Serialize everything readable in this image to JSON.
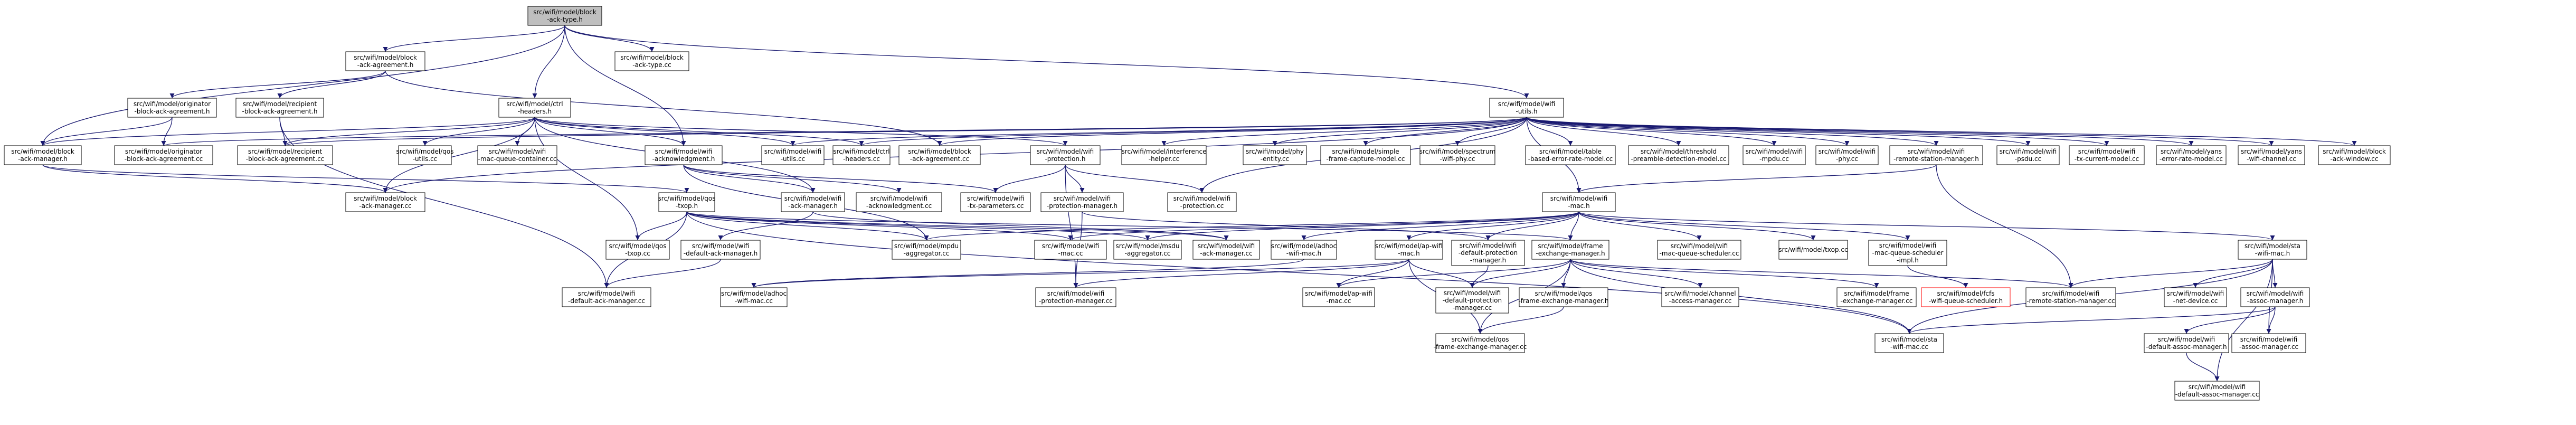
{
  "nodes": [
    {
      "id": "n00",
      "l1": "src/wifi/model/block",
      "l2": "-ack-type.h",
      "style": "focus"
    },
    {
      "id": "n01",
      "l1": "src/wifi/model/block",
      "l2": "-ack-agreement.h",
      "style": "normal"
    },
    {
      "id": "n02",
      "l1": "src/wifi/model/block",
      "l2": "-ack-type.cc",
      "style": "normal"
    },
    {
      "id": "n03",
      "l1": "src/wifi/model/originator",
      "l2": "-block-ack-agreement.h",
      "style": "normal"
    },
    {
      "id": "n04",
      "l1": "src/wifi/model/recipient",
      "l2": "-block-ack-agreement.h",
      "style": "normal"
    },
    {
      "id": "n05",
      "l1": "src/wifi/model/ctrl",
      "l2": "-headers.h",
      "style": "normal"
    },
    {
      "id": "n06",
      "l1": "src/wifi/model/wifi",
      "l2": "-utils.h",
      "style": "normal"
    },
    {
      "id": "n07",
      "l1": "src/wifi/model/block",
      "l2": "-ack-manager.h",
      "style": "normal"
    },
    {
      "id": "n08",
      "l1": "src/wifi/model/originator",
      "l2": "-block-ack-agreement.cc",
      "style": "normal"
    },
    {
      "id": "n09",
      "l1": "src/wifi/model/recipient",
      "l2": "-block-ack-agreement.cc",
      "style": "normal"
    },
    {
      "id": "n10",
      "l1": "src/wifi/model/qos",
      "l2": "-utils.cc",
      "style": "normal"
    },
    {
      "id": "n11",
      "l1": "src/wifi/model/wifi",
      "l2": "-mac-queue-container.cc",
      "style": "normal"
    },
    {
      "id": "n12",
      "l1": "src/wifi/model/wifi",
      "l2": "-acknowledgment.h",
      "style": "normal"
    },
    {
      "id": "n13",
      "l1": "src/wifi/model/wifi",
      "l2": "-utils.cc",
      "style": "normal"
    },
    {
      "id": "n14",
      "l1": "src/wifi/model/ctrl",
      "l2": "-headers.cc",
      "style": "normal"
    },
    {
      "id": "n15",
      "l1": "src/wifi/model/block",
      "l2": "-ack-agreement.cc",
      "style": "normal"
    },
    {
      "id": "n16",
      "l1": "src/wifi/model/wifi",
      "l2": "-protection.h",
      "style": "normal"
    },
    {
      "id": "n17",
      "l1": "src/wifi/model/interference",
      "l2": "-helper.cc",
      "style": "normal"
    },
    {
      "id": "n18",
      "l1": "src/wifi/model/phy",
      "l2": "-entity.cc",
      "style": "normal"
    },
    {
      "id": "n19",
      "l1": "src/wifi/model/simple",
      "l2": "-frame-capture-model.cc",
      "style": "normal"
    },
    {
      "id": "n20",
      "l1": "src/wifi/model/spectrum",
      "l2": "-wifi-phy.cc",
      "style": "normal"
    },
    {
      "id": "n21",
      "l1": "src/wifi/model/table",
      "l2": "-based-error-rate-model.cc",
      "style": "normal"
    },
    {
      "id": "n22",
      "l1": "src/wifi/model/threshold",
      "l2": "-preamble-detection-model.cc",
      "style": "normal"
    },
    {
      "id": "n23",
      "l1": "src/wifi/model/wifi",
      "l2": "-mpdu.cc",
      "style": "normal"
    },
    {
      "id": "n24",
      "l1": "src/wifi/model/wifi",
      "l2": "-phy.cc",
      "style": "normal"
    },
    {
      "id": "n25",
      "l1": "src/wifi/model/wifi",
      "l2": "-remote-station-manager.h",
      "style": "normal"
    },
    {
      "id": "n26",
      "l1": "src/wifi/model/wifi",
      "l2": "-psdu.cc",
      "style": "normal"
    },
    {
      "id": "n27",
      "l1": "src/wifi/model/wifi",
      "l2": "-tx-current-model.cc",
      "style": "normal"
    },
    {
      "id": "n28",
      "l1": "src/wifi/model/yans",
      "l2": "-error-rate-model.cc",
      "style": "normal"
    },
    {
      "id": "n29",
      "l1": "src/wifi/model/yans",
      "l2": "-wifi-channel.cc",
      "style": "normal"
    },
    {
      "id": "n30",
      "l1": "src/wifi/model/block",
      "l2": "-ack-window.cc",
      "style": "normal"
    },
    {
      "id": "n31",
      "l1": "src/wifi/model/block",
      "l2": "-ack-manager.cc",
      "style": "normal"
    },
    {
      "id": "n32",
      "l1": "src/wifi/model/qos",
      "l2": "-txop.h",
      "style": "normal"
    },
    {
      "id": "n33",
      "l1": "src/wifi/model/wifi",
      "l2": "-ack-manager.h",
      "style": "normal"
    },
    {
      "id": "n34",
      "l1": "src/wifi/model/wifi",
      "l2": "-acknowledgment.cc",
      "style": "normal"
    },
    {
      "id": "n35",
      "l1": "src/wifi/model/wifi",
      "l2": "-tx-parameters.cc",
      "style": "normal"
    },
    {
      "id": "n36",
      "l1": "src/wifi/model/wifi",
      "l2": "-protection-manager.h",
      "style": "normal"
    },
    {
      "id": "n37",
      "l1": "src/wifi/model/wifi",
      "l2": "-protection.cc",
      "style": "normal"
    },
    {
      "id": "n38",
      "l1": "src/wifi/model/wifi",
      "l2": "-mac.h",
      "style": "normal"
    },
    {
      "id": "n39",
      "l1": "src/wifi/model/qos",
      "l2": "-txop.cc",
      "style": "normal"
    },
    {
      "id": "n40",
      "l1": "src/wifi/model/wifi",
      "l2": "-default-ack-manager.h",
      "style": "normal"
    },
    {
      "id": "n41",
      "l1": "src/wifi/model/mpdu",
      "l2": "-aggregator.cc",
      "style": "normal"
    },
    {
      "id": "n42",
      "l1": "src/wifi/model/wifi",
      "l2": "-mac.cc",
      "style": "normal"
    },
    {
      "id": "n43",
      "l1": "src/wifi/model/msdu",
      "l2": "-aggregator.cc",
      "style": "normal"
    },
    {
      "id": "n44",
      "l1": "src/wifi/model/wifi",
      "l2": "-ack-manager.cc",
      "style": "normal"
    },
    {
      "id": "n45",
      "l1": "src/wifi/model/adhoc",
      "l2": "-wifi-mac.h",
      "style": "normal"
    },
    {
      "id": "n46",
      "l1": "src/wifi/model/ap-wifi",
      "l2": "-mac.h",
      "style": "normal"
    },
    {
      "id": "n47",
      "l1": "src/wifi/model/wifi",
      "l2": "-default-protection",
      "l3": "-manager.h",
      "style": "normal"
    },
    {
      "id": "n48",
      "l1": "src/wifi/model/frame",
      "l2": "-exchange-manager.h",
      "style": "normal"
    },
    {
      "id": "n49",
      "l1": "src/wifi/model/wifi",
      "l2": "-mac-queue-scheduler.cc",
      "style": "normal"
    },
    {
      "id": "n50",
      "l1": "src/wifi/model/txop.cc",
      "l2": "",
      "style": "normal"
    },
    {
      "id": "n51",
      "l1": "src/wifi/model/wifi",
      "l2": "-mac-queue-scheduler",
      "l3": "-impl.h",
      "style": "normal"
    },
    {
      "id": "n52",
      "l1": "src/wifi/model/sta",
      "l2": "-wifi-mac.h",
      "style": "normal"
    },
    {
      "id": "n53",
      "l1": "src/wifi/model/wifi",
      "l2": "-default-ack-manager.cc",
      "style": "normal"
    },
    {
      "id": "n54",
      "l1": "src/wifi/model/adhoc",
      "l2": "-wifi-mac.cc",
      "style": "normal"
    },
    {
      "id": "n55",
      "l1": "src/wifi/model/wifi",
      "l2": "-protection-manager.cc",
      "style": "normal"
    },
    {
      "id": "n56",
      "l1": "src/wifi/model/ap-wifi",
      "l2": "-mac.cc",
      "style": "normal"
    },
    {
      "id": "n57",
      "l1": "src/wifi/model/wifi",
      "l2": "-default-protection",
      "l3": "-manager.cc",
      "style": "normal"
    },
    {
      "id": "n58",
      "l1": "src/wifi/model/qos",
      "l2": "-frame-exchange-manager.h",
      "style": "normal"
    },
    {
      "id": "n59",
      "l1": "src/wifi/model/channel",
      "l2": "-access-manager.cc",
      "style": "normal"
    },
    {
      "id": "n60",
      "l1": "src/wifi/model/frame",
      "l2": "-exchange-manager.cc",
      "style": "normal"
    },
    {
      "id": "n61",
      "l1": "src/wifi/model/fcfs",
      "l2": "-wifi-queue-scheduler.h",
      "style": "red"
    },
    {
      "id": "n62",
      "l1": "src/wifi/model/wifi",
      "l2": "-remote-station-manager.cc",
      "style": "normal"
    },
    {
      "id": "n63",
      "l1": "src/wifi/model/wifi",
      "l2": "-net-device.cc",
      "style": "normal"
    },
    {
      "id": "n64",
      "l1": "src/wifi/model/wifi",
      "l2": "-assoc-manager.h",
      "style": "normal"
    },
    {
      "id": "n65",
      "l1": "src/wifi/model/qos",
      "l2": "-frame-exchange-manager.cc",
      "style": "normal"
    },
    {
      "id": "n66",
      "l1": "src/wifi/model/sta",
      "l2": "-wifi-mac.cc",
      "style": "normal"
    },
    {
      "id": "n67",
      "l1": "src/wifi/model/wifi",
      "l2": "-default-assoc-manager.h",
      "style": "normal"
    },
    {
      "id": "n68",
      "l1": "src/wifi/model/wifi",
      "l2": "-assoc-manager.cc",
      "style": "normal"
    },
    {
      "id": "n69",
      "l1": "src/wifi/model/wifi",
      "l2": "-default-assoc-manager.cc",
      "style": "normal"
    }
  ],
  "edges": [
    [
      "n00",
      "n01"
    ],
    [
      "n00",
      "n02"
    ],
    [
      "n00",
      "n05"
    ],
    [
      "n00",
      "n06"
    ],
    [
      "n00",
      "n07"
    ],
    [
      "n00",
      "n12"
    ],
    [
      "n01",
      "n03"
    ],
    [
      "n01",
      "n04"
    ],
    [
      "n01",
      "n15"
    ],
    [
      "n03",
      "n07"
    ],
    [
      "n03",
      "n08"
    ],
    [
      "n04",
      "n09"
    ],
    [
      "n04",
      "n53"
    ],
    [
      "n05",
      "n07"
    ],
    [
      "n05",
      "n10"
    ],
    [
      "n05",
      "n11"
    ],
    [
      "n05",
      "n12"
    ],
    [
      "n05",
      "n13"
    ],
    [
      "n05",
      "n14"
    ],
    [
      "n05",
      "n16"
    ],
    [
      "n05",
      "n31"
    ],
    [
      "n05",
      "n33"
    ],
    [
      "n05",
      "n39"
    ],
    [
      "n05",
      "n09"
    ],
    [
      "n06",
      "n08"
    ],
    [
      "n06",
      "n09"
    ],
    [
      "n06",
      "n13"
    ],
    [
      "n06",
      "n14"
    ],
    [
      "n06",
      "n15"
    ],
    [
      "n06",
      "n17"
    ],
    [
      "n06",
      "n18"
    ],
    [
      "n06",
      "n19"
    ],
    [
      "n06",
      "n20"
    ],
    [
      "n06",
      "n21"
    ],
    [
      "n06",
      "n22"
    ],
    [
      "n06",
      "n23"
    ],
    [
      "n06",
      "n24"
    ],
    [
      "n06",
      "n25"
    ],
    [
      "n06",
      "n26"
    ],
    [
      "n06",
      "n27"
    ],
    [
      "n06",
      "n28"
    ],
    [
      "n06",
      "n29"
    ],
    [
      "n06",
      "n30"
    ],
    [
      "n06",
      "n31"
    ],
    [
      "n06",
      "n37"
    ],
    [
      "n06",
      "n38"
    ],
    [
      "n07",
      "n31"
    ],
    [
      "n07",
      "n32"
    ],
    [
      "n12",
      "n33"
    ],
    [
      "n12",
      "n34"
    ],
    [
      "n12",
      "n35"
    ],
    [
      "n12",
      "n41"
    ],
    [
      "n16",
      "n36"
    ],
    [
      "n16",
      "n37"
    ],
    [
      "n16",
      "n35"
    ],
    [
      "n16",
      "n55"
    ],
    [
      "n25",
      "n38"
    ],
    [
      "n25",
      "n62"
    ],
    [
      "n32",
      "n39"
    ],
    [
      "n32",
      "n41"
    ],
    [
      "n32",
      "n42"
    ],
    [
      "n32",
      "n43"
    ],
    [
      "n32",
      "n44"
    ],
    [
      "n32",
      "n48"
    ],
    [
      "n32",
      "n53"
    ],
    [
      "n32",
      "n66"
    ],
    [
      "n33",
      "n40"
    ],
    [
      "n33",
      "n44"
    ],
    [
      "n36",
      "n47"
    ],
    [
      "n36",
      "n55"
    ],
    [
      "n38",
      "n41"
    ],
    [
      "n38",
      "n42"
    ],
    [
      "n38",
      "n43"
    ],
    [
      "n38",
      "n45"
    ],
    [
      "n38",
      "n46"
    ],
    [
      "n38",
      "n47"
    ],
    [
      "n38",
      "n48"
    ],
    [
      "n38",
      "n49"
    ],
    [
      "n38",
      "n50"
    ],
    [
      "n38",
      "n51"
    ],
    [
      "n38",
      "n52"
    ],
    [
      "n40",
      "n53"
    ],
    [
      "n45",
      "n54"
    ],
    [
      "n46",
      "n54"
    ],
    [
      "n46",
      "n55"
    ],
    [
      "n46",
      "n56"
    ],
    [
      "n46",
      "n57"
    ],
    [
      "n46",
      "n65"
    ],
    [
      "n47",
      "n57"
    ],
    [
      "n48",
      "n56"
    ],
    [
      "n48",
      "n57"
    ],
    [
      "n48",
      "n58"
    ],
    [
      "n48",
      "n59"
    ],
    [
      "n48",
      "n60"
    ],
    [
      "n48",
      "n62"
    ],
    [
      "n48",
      "n65"
    ],
    [
      "n48",
      "n66"
    ],
    [
      "n51",
      "n61"
    ],
    [
      "n52",
      "n62"
    ],
    [
      "n52",
      "n63"
    ],
    [
      "n52",
      "n64"
    ],
    [
      "n52",
      "n66"
    ],
    [
      "n52",
      "n68"
    ],
    [
      "n52",
      "n69"
    ],
    [
      "n58",
      "n65"
    ],
    [
      "n64",
      "n66"
    ],
    [
      "n64",
      "n67"
    ],
    [
      "n64",
      "n68"
    ],
    [
      "n67",
      "n69"
    ]
  ]
}
